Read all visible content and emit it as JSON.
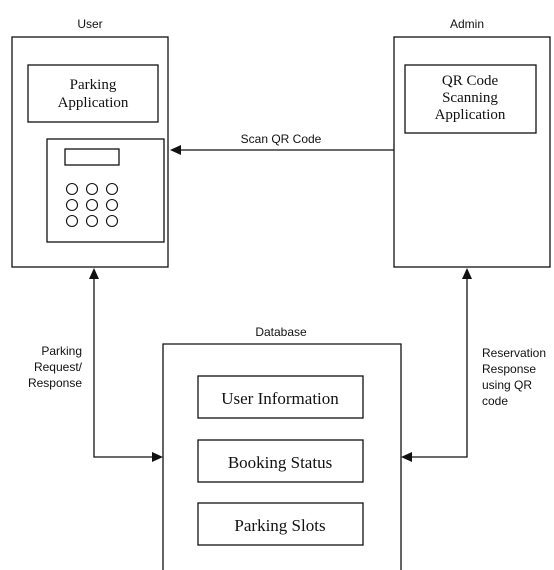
{
  "nodes": {
    "user": {
      "label": "User",
      "app_line1": "Parking",
      "app_line2": "Application"
    },
    "admin": {
      "label": "Admin",
      "app_line1": "QR Code",
      "app_line2": "Scanning",
      "app_line3": "Application"
    },
    "database": {
      "label": "Database",
      "records": [
        "User Information",
        "Booking Status",
        "Parking Slots"
      ]
    }
  },
  "edges": {
    "scan": {
      "label": "Scan QR Code"
    },
    "user_db": {
      "line1": "Parking",
      "line2": "Request/",
      "line3": "Response"
    },
    "admin_db": {
      "line1": "Reservation",
      "line2": "Response",
      "line3": "using QR",
      "line4": "code"
    }
  }
}
